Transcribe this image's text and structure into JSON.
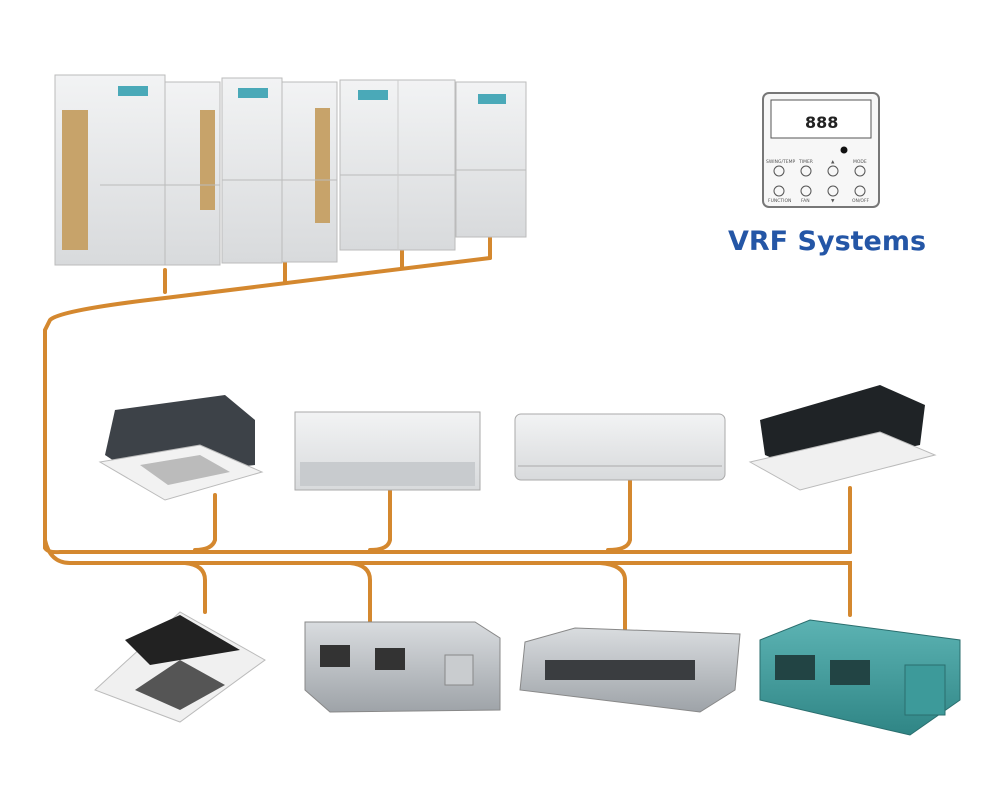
{
  "title": "VRF Systems",
  "controller": {
    "display": "888",
    "buttons": [
      "SWING/TEMP",
      "TIMER",
      "▲",
      "MODE",
      "FUNCTION",
      "FAN",
      "▼",
      "ON/OFF"
    ]
  },
  "colors": {
    "pipe": "#d4882f",
    "title": "#2456a6",
    "unit_body": "#e8eaec",
    "teal_unit": "#3d9a9a"
  }
}
